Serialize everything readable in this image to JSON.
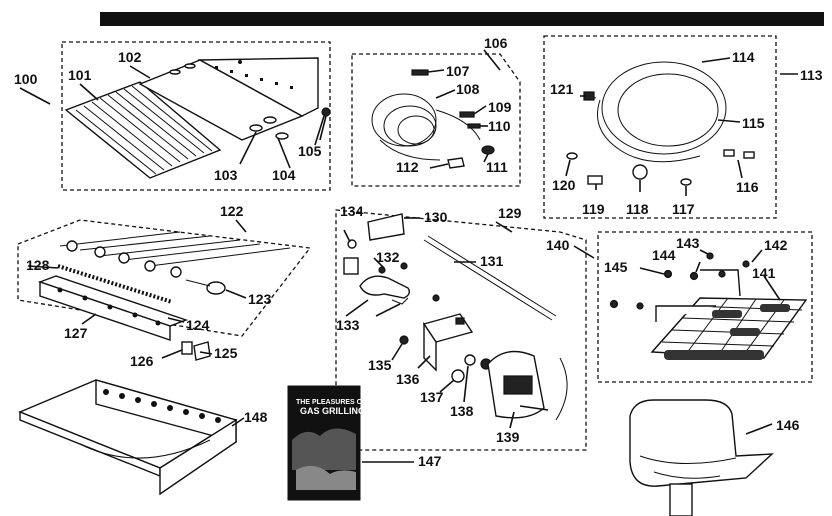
{
  "labels": {
    "p100": "100",
    "p101": "101",
    "p102": "102",
    "p103": "103",
    "p104": "104",
    "p105": "105",
    "p106": "106",
    "p107": "107",
    "p108": "108",
    "p109": "109",
    "p110": "110",
    "p111": "111",
    "p112": "112",
    "p113": "113",
    "p114": "114",
    "p115": "115",
    "p116": "116",
    "p117": "117",
    "p118": "118",
    "p119": "119",
    "p120": "120",
    "p121": "121",
    "p122": "122",
    "p123": "123",
    "p124": "124",
    "p125": "125",
    "p126": "126",
    "p127": "127",
    "p128": "128",
    "p129": "129",
    "p130": "130",
    "p131": "131",
    "p132": "132",
    "p133": "133",
    "p134": "134",
    "p135": "135",
    "p136": "136",
    "p137": "137",
    "p138": "138",
    "p139": "139",
    "p140": "140",
    "p141": "141",
    "p142": "142",
    "p143": "143",
    "p144": "144",
    "p145": "145",
    "p146": "146",
    "p147": "147",
    "p148": "148"
  },
  "book": {
    "line1": "THE PLEASURES OF",
    "line2": "GAS GRILLING"
  },
  "colors": {
    "ink": "#111111",
    "paper": "#ffffff"
  }
}
